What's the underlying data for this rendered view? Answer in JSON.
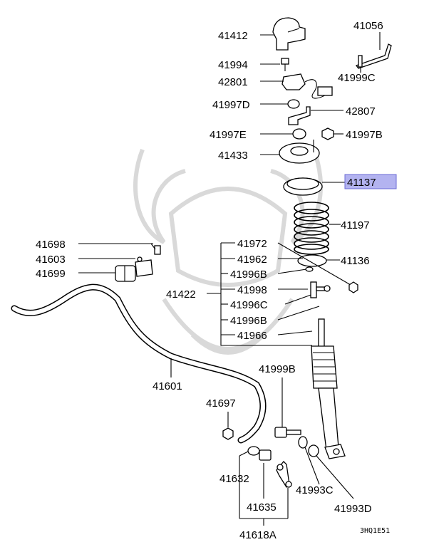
{
  "labels": {
    "p41412": "41412",
    "p41056": "41056",
    "p41994": "41994",
    "p41999C": "41999C",
    "p42801": "42801",
    "p41997D": "41997D",
    "p42807": "42807",
    "p41997E": "41997E",
    "p41997B": "41997B",
    "p41433": "41433",
    "p41137": "41137",
    "p41197": "41197",
    "p41698": "41698",
    "p41603": "41603",
    "p41699": "41699",
    "p41972": "41972",
    "p41962": "41962",
    "p41136": "41136",
    "p41996B_1": "41996B",
    "p41422": "41422",
    "p41998": "41998",
    "p41996C": "41996C",
    "p41996B_2": "41996B",
    "p41966": "41966",
    "p41999B": "41999B",
    "p41601": "41601",
    "p41697": "41697",
    "p41632": "41632",
    "p41993C": "41993C",
    "p41635": "41635",
    "p41993D": "41993D",
    "p41618A": "41618A"
  },
  "highlight": {
    "part": "41137",
    "fill": "#b3b3f0",
    "stroke": "#6b6bd6"
  },
  "diagram_code": "3HQ1E51"
}
